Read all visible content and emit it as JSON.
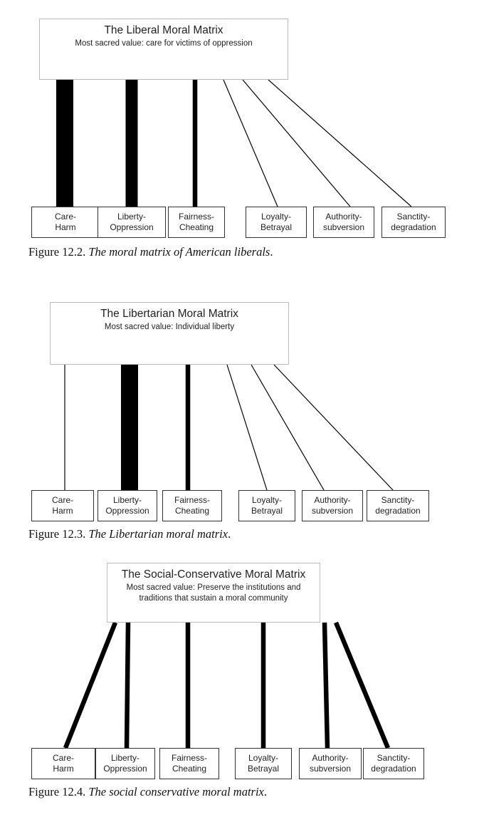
{
  "diagrams": [
    {
      "title": "The Liberal Moral Matrix",
      "subtitle": "Most sacred value:  care for victims of oppression",
      "foundations": [
        {
          "top": "Care-",
          "bottom": "Harm",
          "link": "very thick"
        },
        {
          "top": "Liberty-",
          "bottom": "Oppression",
          "link": "thick"
        },
        {
          "top": "Fairness-",
          "bottom": "Cheating",
          "link": "medium"
        },
        {
          "top": "Loyalty-",
          "bottom": "Betrayal",
          "link": "thin"
        },
        {
          "top": "Authority-",
          "bottom": "subversion",
          "link": "thin"
        },
        {
          "top": "Sanctity-",
          "bottom": "degradation",
          "link": "thin"
        }
      ],
      "caption_number": "Figure 12.2. ",
      "caption_text": "The moral matrix of American liberals",
      "caption_end": "."
    },
    {
      "title": "The Libertarian Moral Matrix",
      "subtitle": "Most sacred value: Individual liberty",
      "foundations": [
        {
          "top": "Care-",
          "bottom": "Harm",
          "link": "thin"
        },
        {
          "top": "Liberty-",
          "bottom": "Oppression",
          "link": "very thick"
        },
        {
          "top": "Fairness-",
          "bottom": "Cheating",
          "link": "medium"
        },
        {
          "top": "Loyalty-",
          "bottom": "Betrayal",
          "link": "thin"
        },
        {
          "top": "Authority-",
          "bottom": "subversion",
          "link": "thin"
        },
        {
          "top": "Sanctity-",
          "bottom": "degradation",
          "link": "thin"
        }
      ],
      "caption_number": "Figure 12.3. ",
      "caption_text": "The Libertarian moral matrix",
      "caption_end": "."
    },
    {
      "title": "The Social-Conservative Moral Matrix",
      "subtitle": "Most sacred value: Preserve the institutions and traditions that sustain a moral community",
      "foundations": [
        {
          "top": "Care-",
          "bottom": "Harm",
          "link": "medium"
        },
        {
          "top": "Liberty-",
          "bottom": "Oppression",
          "link": "medium"
        },
        {
          "top": "Fairness-",
          "bottom": "Cheating",
          "link": "medium"
        },
        {
          "top": "Loyalty-",
          "bottom": "Betrayal",
          "link": "medium"
        },
        {
          "top": "Authority-",
          "bottom": "subversion",
          "link": "medium"
        },
        {
          "top": "Sanctity-",
          "bottom": "degradation",
          "link": "medium"
        }
      ],
      "caption_number": "Figure 12.4. ",
      "caption_text": "The social conservative moral matrix",
      "caption_end": "."
    }
  ]
}
